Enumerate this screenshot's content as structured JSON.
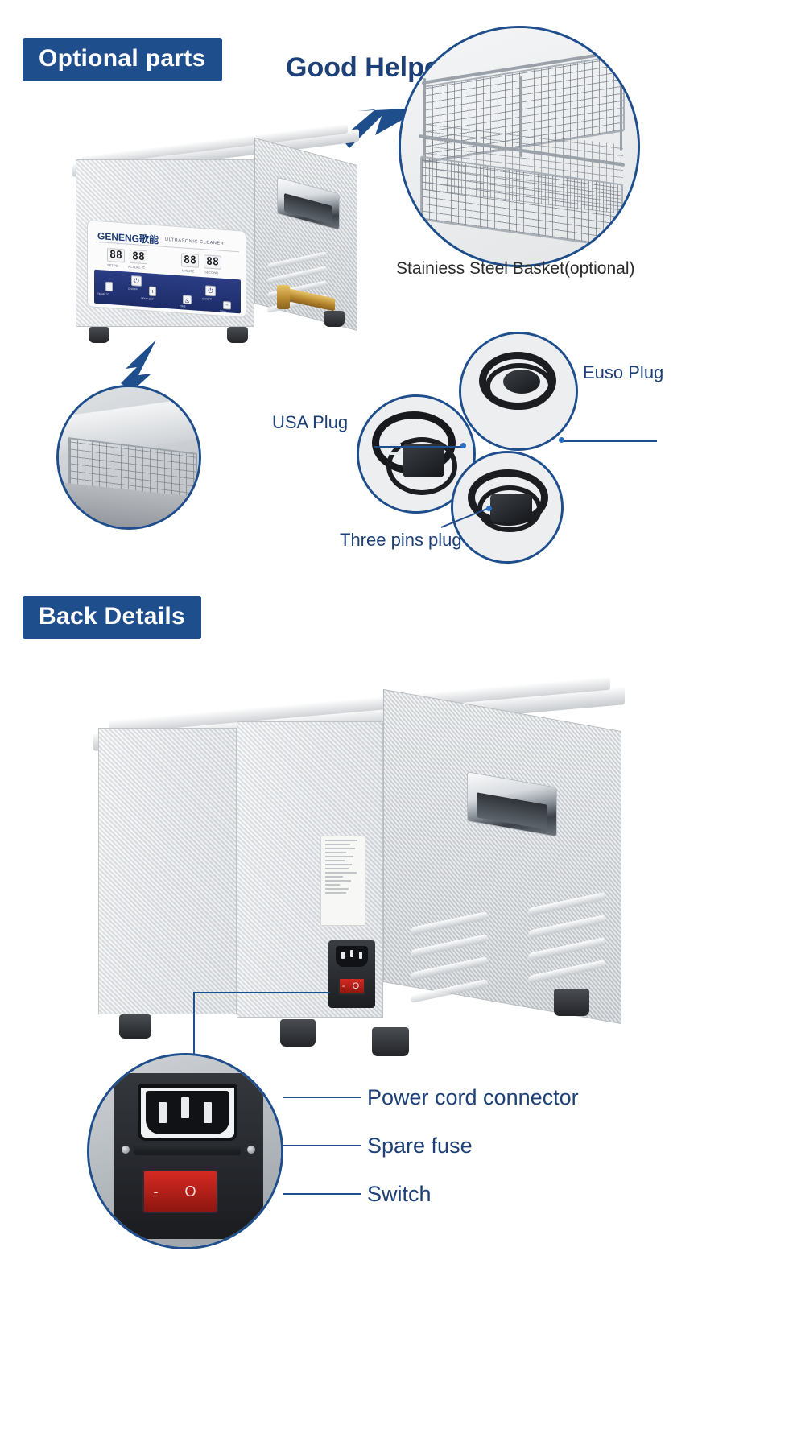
{
  "sections": [
    {
      "badge": "Optional parts"
    },
    {
      "badge": "Back Details"
    }
  ],
  "optional_parts": {
    "badge": "Optional parts",
    "headline": "Good Helper",
    "basket_caption": "Stainiess Steel Basket(optional)",
    "plug_labels": {
      "usa": "USA Plug",
      "euso": "Euso Plug",
      "three_pins": "Three pins plug"
    }
  },
  "machine": {
    "brand": "GENENG歌能",
    "subtitle": "ULTRASONIC CLEANER",
    "display": {
      "temp_value": "88",
      "temp_unit_value": "88",
      "temp_caption_left": "SET ℃",
      "temp_caption_right": "ACTUAL ℃",
      "minute_value": "88",
      "second_value": "88",
      "minute_caption": "MINUTE",
      "second_caption": "SECOND"
    },
    "buttons": [
      {
        "icon": "thermometer-icon",
        "glyph": "ı",
        "label": "TEMP/ ℃"
      },
      {
        "icon": "power-icon",
        "glyph": "⏻",
        "label": "ON/OFF"
      },
      {
        "icon": "thermometer-icon",
        "glyph": "ı",
        "label": "TEMP SET"
      },
      {
        "icon": "timer-icon",
        "glyph": "◴",
        "label": "TIME"
      },
      {
        "icon": "power-icon",
        "glyph": "⏻",
        "label": "ON/OFF"
      },
      {
        "icon": "degas-icon",
        "glyph": "≈",
        "label": "TWO"
      }
    ],
    "rocker_marks": "- O"
  },
  "back_details": {
    "badge": "Back Details",
    "callouts": [
      {
        "label": "Power cord connector",
        "target": "iec-inlet"
      },
      {
        "label": "Spare fuse",
        "target": "fuse-holder"
      },
      {
        "label": "Switch",
        "target": "rocker-switch"
      }
    ],
    "sticker_title": "超音波清洗機 产品标识"
  },
  "colors": {
    "navy": "#1f4e8c",
    "navy_text": "#1d4077",
    "badge_bg": "#1f4e8c",
    "panel_blue": "#2b3d84",
    "switch_red": "#d52a22",
    "steel_light": "#f2f3f4",
    "steel_dark": "#c2c6ca"
  }
}
